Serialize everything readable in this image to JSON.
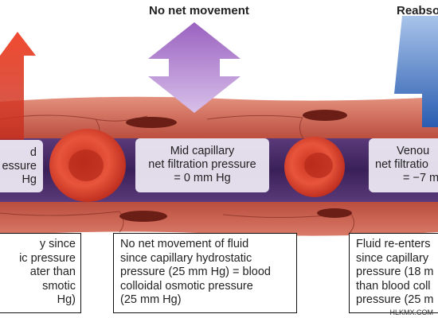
{
  "headings": {
    "center": "No net movement",
    "right": "Reabso"
  },
  "label_boxes": {
    "left": [
      "d",
      "essure",
      "Hg"
    ],
    "center": [
      "Mid capillary",
      "net filtration pressure",
      "= 0 mm Hg"
    ],
    "right": [
      "Venou",
      "net filtratio",
      "= −7 m"
    ]
  },
  "captions": {
    "left": [
      "y since",
      "ic pressure",
      "ater than",
      "smotic",
      "Hg)"
    ],
    "center": [
      "No net movement of fluid",
      "since capillary hydrostatic",
      "pressure (25 mm Hg) = blood",
      "colloidal osmotic pressure",
      "(25 mm Hg)"
    ],
    "right": [
      "Fluid re-enters",
      "since capillary",
      "pressure (18 m",
      "than blood coll",
      "pressure (25 m"
    ]
  },
  "watermark": "HLKMX.COM",
  "colors": {
    "vessel_wall": "#c55a4a",
    "vessel_light": "#e0897a",
    "lumen": "#4a2a6c",
    "arrow_red": "#d8402a",
    "arrow_purple": "#a878c8",
    "arrow_blue": "#3a6cb8",
    "rbc": "#d8402a"
  }
}
